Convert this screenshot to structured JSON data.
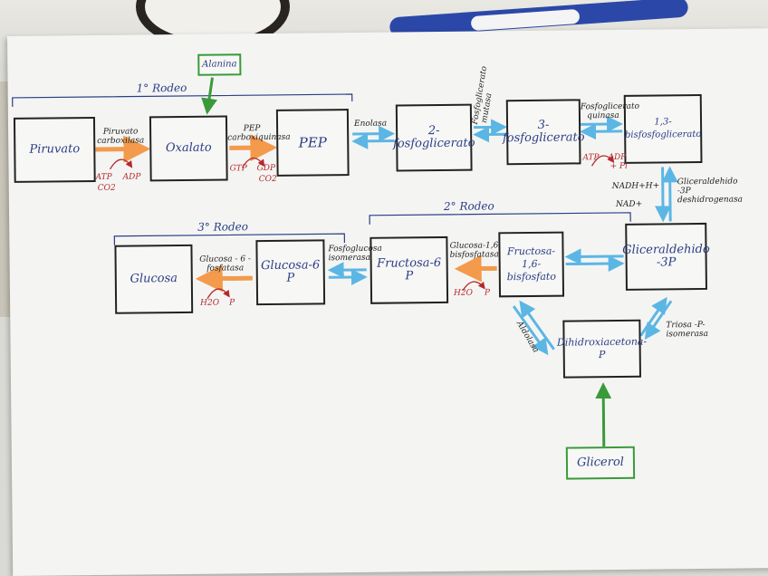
{
  "nodes": {
    "piruvato": "Piruvato",
    "oxalato": "Oxalato",
    "pep": "PEP",
    "fosfoglicerato2": "2-fosfoglicerato",
    "fosfoglicerato3": "3-fosfoglicerato",
    "bisfosfoglicerato": "1,3-bisfosfoglicerato",
    "gliceraldehido": "Gliceraldehido -3P",
    "dihidroxiacetona": "Dihidroxiacetona-P",
    "fructosa16": "Fructosa-1,6-bisfosfato",
    "fructosa6p": "Fructosa-6 P",
    "glucosa6p": "Glucosa-6 P",
    "glucosa": "Glucosa",
    "alanina": "Alanina",
    "glicerol": "Glicerol"
  },
  "rounds": {
    "first": "1° Rodeo",
    "second": "2° Rodeo",
    "third": "3° Rodeo"
  },
  "enzymes": {
    "piruvato_carboxilasa": "Piruvato carboxilasa",
    "pep_carboxiquinasa": "PEP carboxiquinasa",
    "enolasa": "Enolasa",
    "fosfoglicerato_mutasa": "Fosfoglicerato mutasa",
    "fosfoglicerato_quinasa": "Fosfoglicerato quinasa",
    "gliceraldehido_deshidrogenasa": "Gliceraldehido -3P deshidrogenasa",
    "triosa_isomerasa": "Triosa -P- isomerasa",
    "aldolasa": "Aldolasa",
    "glucosa16_bisfosfatasa": "Glucosa-1,6 bisfosfatasa",
    "fosfoglucosa_isomerasa": "Fosfoglucosa isomerasa",
    "glucosa6_fosfatasa": "Glucosa - 6 - fosfatasa"
  },
  "cofactors": {
    "atp1": "ATP",
    "adp1": "ADP",
    "co2_1": "CO2",
    "gtp": "GTP",
    "gdp": "GDP",
    "co2_2": "CO2",
    "atp2": "ATP",
    "adp2": "ADP",
    "pi": "+ Pi",
    "nadh": "NADH+H+",
    "nad": "NAD+",
    "h2o_1": "H2O",
    "p_1": "P",
    "h2o_2": "H2O",
    "p_2": "P"
  },
  "colors": {
    "paper": "#f4f5f3",
    "box_border": "#222222",
    "text_blue": "#2b3d86",
    "reversible_arrow": "#5cb6e4",
    "bypass_arrow": "#f39a4c",
    "feeder_arrow": "#3a9a3a",
    "cofactor_red": "#b5282c"
  }
}
